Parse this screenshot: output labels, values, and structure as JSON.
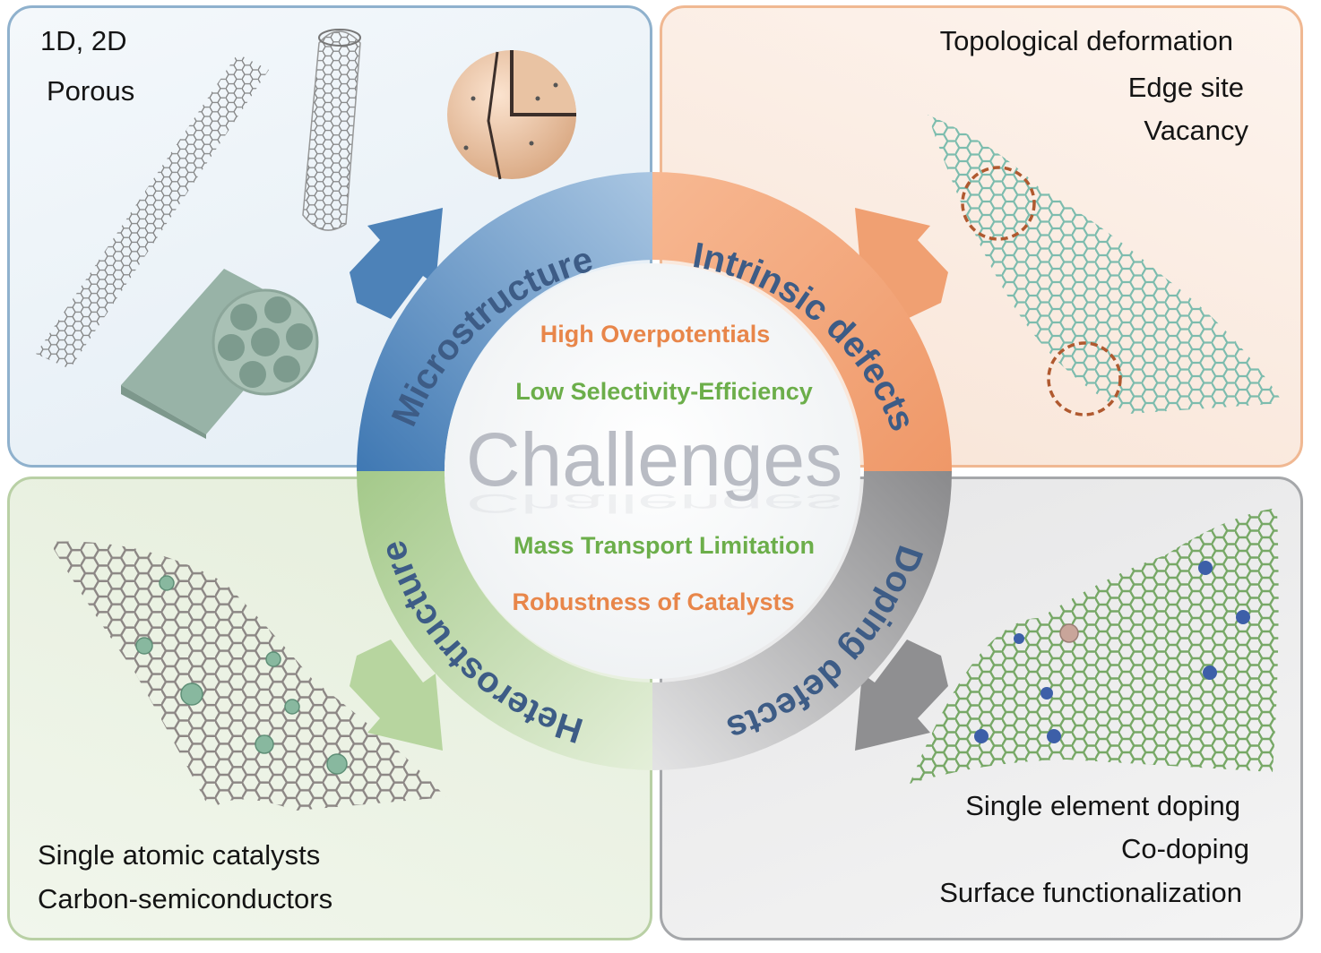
{
  "center": {
    "title": "Challenges",
    "items": [
      {
        "text": "High Overpotentials",
        "color": "#e8864a"
      },
      {
        "text": "Low Selectivity-Efficiency",
        "color": "#6cae4a"
      },
      {
        "text": "Mass Transport Limitation",
        "color": "#6cae4a"
      },
      {
        "text": "Robustness of Catalysts",
        "color": "#e8864a"
      }
    ]
  },
  "ring": {
    "microstructure": "Microstructure",
    "intrinsic_defects": "Intrinsic defects",
    "doping_defects": "Doping defects",
    "heterostructure": "Heterostructure"
  },
  "panels": {
    "microstructure": {
      "lines": [
        "1D, 2D",
        "Porous"
      ]
    },
    "intrinsic_defects": {
      "lines": [
        "Topological deformation",
        "Edge site",
        "Vacancy"
      ]
    },
    "heterostructure": {
      "lines": [
        "Single atomic catalysts",
        "Carbon-semiconductors"
      ]
    },
    "doping_defects": {
      "lines": [
        "Single element doping",
        "Co-doping",
        "Surface functionalization"
      ]
    }
  },
  "colors": {
    "blue": "#5f8fc0",
    "orange": "#f3a57a",
    "gray": "#8f9092",
    "green": "#b6d39e",
    "ring_text": "#3d5c86"
  }
}
